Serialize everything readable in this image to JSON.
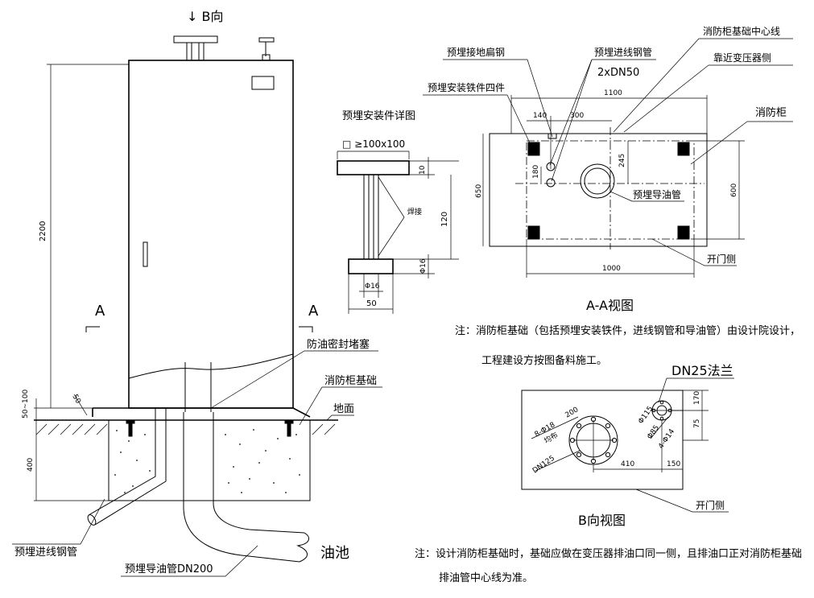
{
  "main_view": {
    "b_direction": "↓ B向",
    "height_2200": "2200",
    "dim_50_100": "50~100",
    "dim_400": "400",
    "dim_50": "50",
    "section_a_left": "A",
    "section_a_right": "A",
    "label_seal": "防油密封堵塞",
    "label_foundation": "消防柜基础",
    "label_ground": "地面",
    "label_cable_pipe": "预埋进线钢管",
    "label_oil_pipe": "预埋导油管DN200",
    "label_oil_pool": "油池"
  },
  "detail_view": {
    "title": "预埋安装件详图",
    "plate": "□ ≥100x100",
    "dim_10": "10",
    "dim_120": "120",
    "weld": "焊接",
    "dim_phi16_v": "Φ16",
    "dim_phi16_h": "Φ16",
    "dim_50": "50"
  },
  "section_aa": {
    "label_ground_flat_steel": "预埋接地扁钢",
    "label_cable_pipe": "预埋进线钢管",
    "label_cable_pipe_spec": "2xDN50",
    "label_center_line": "消防柜基础中心线",
    "label_near_transformer": "靠近变压器侧",
    "label_embedded_parts": "预埋安装铁件四件",
    "label_cabinet": "消防柜",
    "label_oil_pipe": "预埋导油管",
    "label_door_side": "开门侧",
    "dim_1100": "1100",
    "dim_140": "140",
    "dim_300": "300",
    "dim_245": "245",
    "dim_180": "180",
    "dim_650": "650",
    "dim_600": "600",
    "dim_1000": "1000",
    "title": "A-A视图",
    "note_line1": "注：消防柜基础（包括预埋安装铁件，进线钢管和导油管）由设计院设计，",
    "note_line2": "工程建设方按图备料施工。"
  },
  "b_view": {
    "label_flange": "DN25法兰",
    "dim_8phi18": "8-Φ18",
    "dim_8phi18_sub": "均布",
    "dim_200": "200",
    "dim_dn125": "DN125",
    "dim_phi115": "Φ115",
    "dim_phi85": "Φ85",
    "dim_4phi14": "4-Φ14",
    "dim_170": "170",
    "dim_75": "75",
    "dim_410": "410",
    "dim_150": "150",
    "label_door_side": "开门侧",
    "title": "B向视图",
    "note_line1": "注：设计消防柜基础时，基础应做在变压器排油口同一侧，且排油口正对消防柜基础",
    "note_line2": "排油管中心线为准。"
  }
}
